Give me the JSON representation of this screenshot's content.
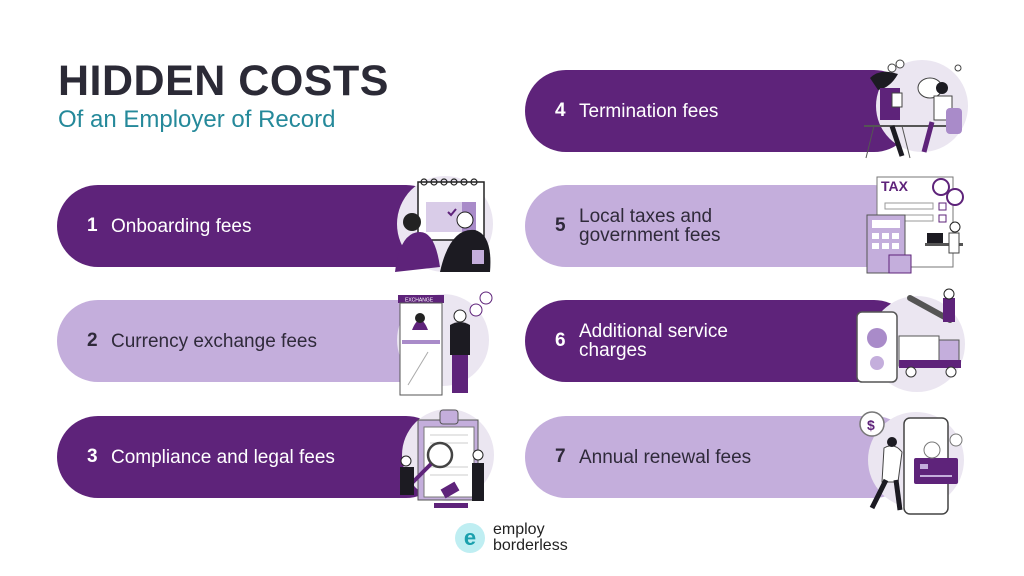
{
  "header": {
    "title": "HIDDEN COSTS",
    "subtitle": "Of an Employer of Record"
  },
  "colors": {
    "dark_purple": "#5e237a",
    "light_purple": "#c4aedc",
    "title_text": "#2b2a36",
    "subtitle_teal": "#25899a"
  },
  "items": [
    {
      "number": "1",
      "label": "Onboarding fees",
      "style": "dark",
      "icon": "handshake-calendar-icon"
    },
    {
      "number": "2",
      "label": "Currency exchange fees",
      "style": "light",
      "icon": "exchange-booth-icon"
    },
    {
      "number": "3",
      "label": "Compliance and legal fees",
      "style": "dark",
      "icon": "legal-clipboard-gavel-icon"
    },
    {
      "number": "4",
      "label": "Termination fees",
      "style": "dark",
      "icon": "meeting-table-icon"
    },
    {
      "number": "5",
      "label": "Local taxes and government fees",
      "style": "light",
      "icon": "tax-calculator-icon"
    },
    {
      "number": "6",
      "label": "Additional service charges",
      "style": "dark",
      "icon": "service-truck-wrench-icon"
    },
    {
      "number": "7",
      "label": "Annual renewal fees",
      "style": "light",
      "icon": "payment-card-phone-icon"
    }
  ],
  "illustration_text": {
    "exchange_sign": "EXCHANGE",
    "tax_sign": "TAX"
  },
  "footer": {
    "logo_line1": "employ",
    "logo_line2": "borderless",
    "logo_mark": "e"
  }
}
